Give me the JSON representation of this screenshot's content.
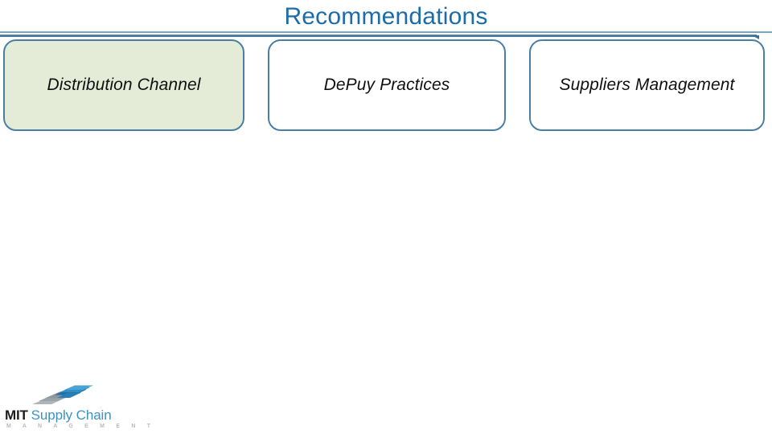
{
  "slide": {
    "title": "Recommendations",
    "title_color": "#1b6ca8",
    "background": "#ffffff",
    "rule_top_color": "#7ba7c7",
    "rule_bottom_color": "#4a7fa5"
  },
  "boxes": [
    {
      "label": "Distribution Channel",
      "fill": "#e4ecd8",
      "border": "#4a7fa5",
      "highlighted": "true"
    },
    {
      "label": "DePuy Practices",
      "fill": "#ffffff",
      "border": "#4a7fa5",
      "highlighted": "false"
    },
    {
      "label": "Suppliers Management",
      "fill": "#ffffff",
      "border": "#4a7fa5",
      "highlighted": "false"
    }
  ],
  "logo": {
    "mark_icon": "swoosh-stripes-icon",
    "mark_blue": "#2f7fb5",
    "mark_gray": "#9aa3a8",
    "word_primary": "MIT",
    "word_secondary": "Supply Chain",
    "subtitle": "M A N A G E M E N T",
    "word_primary_color": "#1d1d1b",
    "word_secondary_color": "#3a93c4",
    "subtitle_color": "#b9bcbe"
  }
}
